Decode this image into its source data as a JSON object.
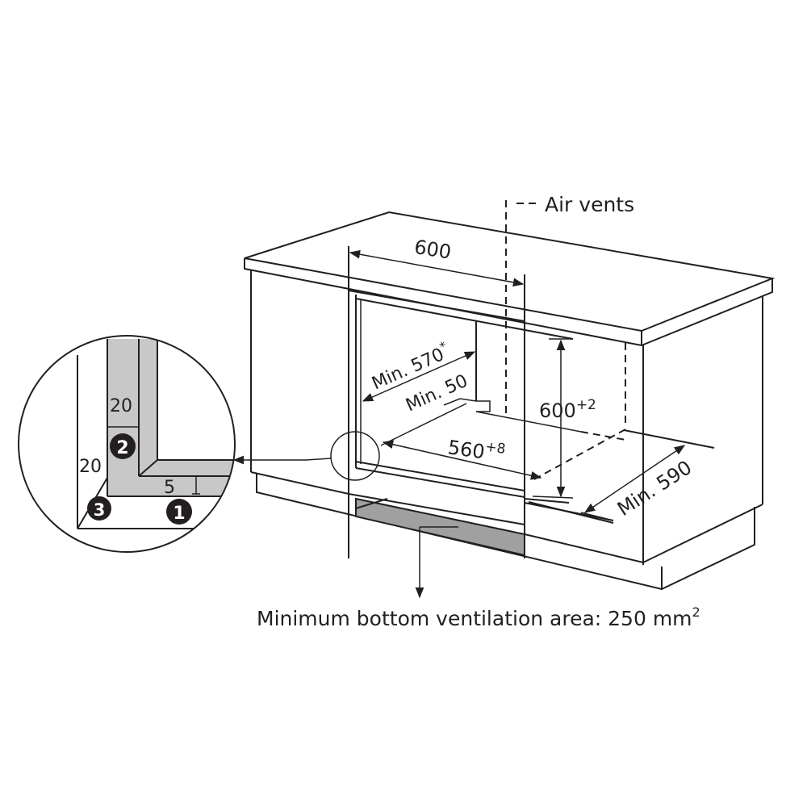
{
  "labels": {
    "air_vents": "Air vents",
    "width_600": "600",
    "min_570": "Min. 570",
    "min_570_mark": "*",
    "min_50": "Min. 50",
    "height_600": "600",
    "height_tol": "+2",
    "width_560": "560",
    "width_tol": "+8",
    "min_590": "Min. 590",
    "ventilation": "Minimum bottom ventilation area: 250 mm",
    "ventilation_sup": "2"
  },
  "detail": {
    "dim_top": "20",
    "dim_side": "20",
    "dim_gap": "5",
    "callouts": [
      "1",
      "2",
      "3"
    ]
  },
  "colors": {
    "line": "#231f20",
    "fill_gray": "#c8c8c8",
    "slot_gray": "#a0a0a0"
  }
}
